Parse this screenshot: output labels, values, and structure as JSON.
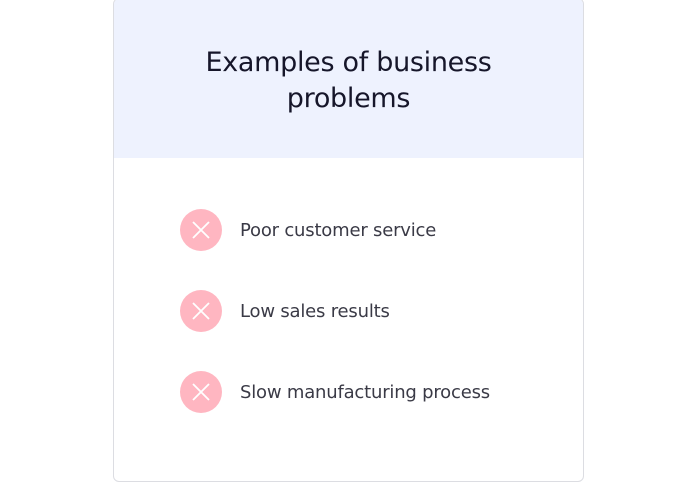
{
  "title": "Examples of business problems",
  "items": [
    {
      "label": "Poor customer service",
      "icon": "x-icon"
    },
    {
      "label": "Low sales results",
      "icon": "x-icon"
    },
    {
      "label": "Slow manufacturing process",
      "icon": "x-icon"
    }
  ],
  "colors": {
    "header_bg": "#eef2fe",
    "icon_bg": "#ffb6c1"
  }
}
